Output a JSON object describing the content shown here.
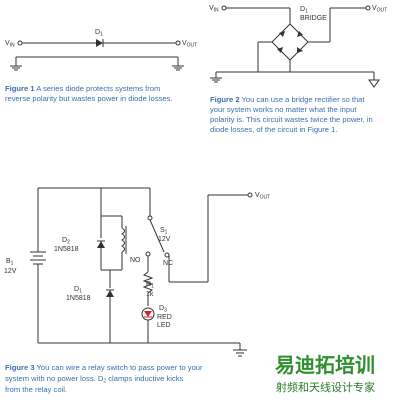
{
  "fig1": {
    "vin": "V",
    "vin_sub": "IN",
    "vout": "V",
    "vout_sub": "OUT",
    "d1": "D",
    "d1_sub": "1",
    "caption_head": "Figure 1",
    "caption_lines": [
      "A series diode protects systems from",
      "reverse polarity but wastes power in diode losses."
    ]
  },
  "fig2": {
    "vin": "V",
    "vin_sub": "IN",
    "vout": "V",
    "vout_sub": "OUT",
    "d1": "D",
    "d1_sub": "1",
    "bridge": "BRIDGE",
    "caption_head": "Figure 2",
    "caption_lines": [
      "You can use a bridge rectifier so that",
      "your system works no matter what the input",
      "polarity is. This circuit wastes twice the power, in",
      "diode losses, of the circuit in Figure 1."
    ]
  },
  "fig3": {
    "vout": "V",
    "vout_sub": "OUT",
    "b1": "B",
    "b1_sub": "1",
    "b1_v": "12V",
    "d2": "D",
    "d2_sub": "2",
    "d2_part": "1N5818",
    "d1": "D",
    "d1_sub": "1",
    "d1_part": "1N5818",
    "s1": "S",
    "s1_sub": "1",
    "s1_v": "12V",
    "no": "NO",
    "nc": "NC",
    "r1": "R",
    "r1_sub": "1",
    "r1_v": "1k",
    "d3": "D",
    "d3_sub": "3",
    "d3_name1": "RED",
    "d3_name2": "LED",
    "caption_head": "Figure 3",
    "caption_l1a": "You can wire a relay switch to pass power to your",
    "caption_l2a": "system with no power loss. D",
    "caption_l2sub": "2",
    "caption_l2b": " clamps inductive kicks",
    "caption_l3": "from the relay coil."
  },
  "watermark": {
    "main": "易迪拓培训",
    "sub": "射频和天线设计专家"
  },
  "colors": {
    "line": "#333333",
    "caption_blue": "#3a6fb0",
    "led_red": "#e02020",
    "watermark_green": "#2f8f2f"
  }
}
